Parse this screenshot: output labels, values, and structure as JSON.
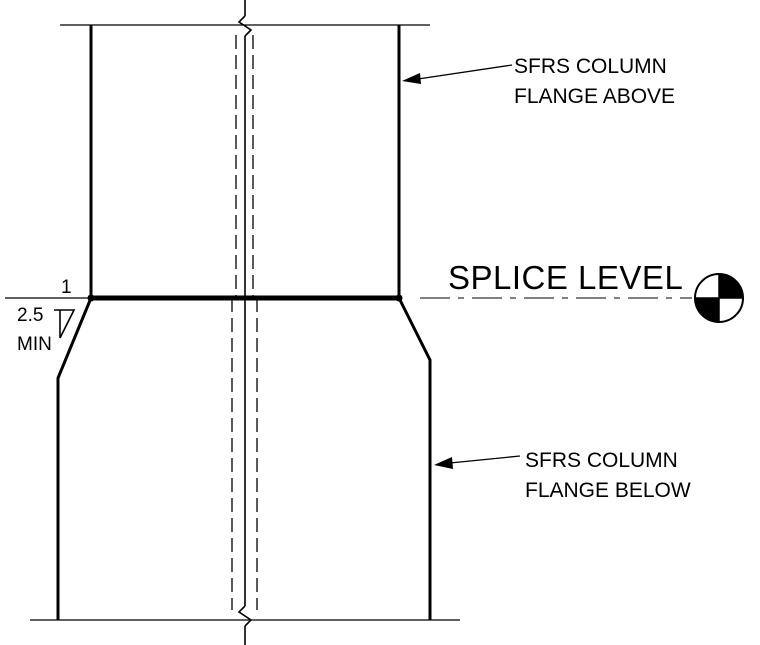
{
  "labels": {
    "upper_flange_line1": "SFRS COLUMN",
    "upper_flange_line2": "FLANGE ABOVE",
    "lower_flange_line1": "SFRS COLUMN",
    "lower_flange_line2": "FLANGE BELOW",
    "splice_level": "SPLICE LEVEL",
    "slope_rise": "1",
    "slope_run": "2.5",
    "slope_note": "MIN"
  },
  "symbols": {
    "level_marker": "elevation-target-icon"
  },
  "colors": {
    "line": "#000000",
    "background": "#ffffff"
  }
}
